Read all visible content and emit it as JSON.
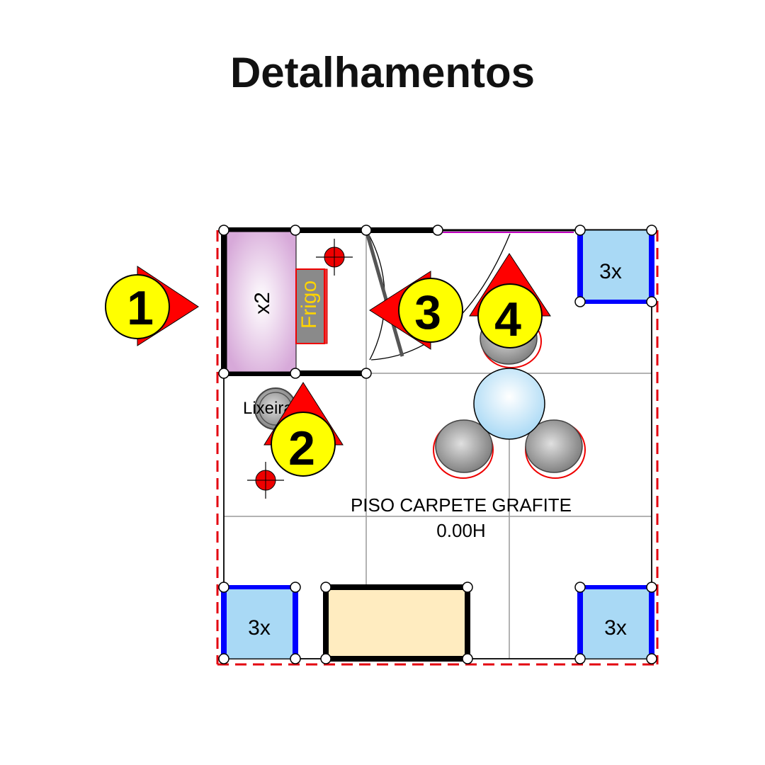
{
  "title": "Detalhamentos",
  "floor": {
    "label": "PISO CARPETE GRAFITE",
    "level": "0.00H"
  },
  "labels": {
    "counter": "x2",
    "fridge": "Frigo",
    "bin": "Lixeira",
    "shelf_top_right": "3x",
    "shelf_bottom_left": "3x",
    "shelf_bottom_right": "3x"
  },
  "markers": [
    {
      "number": "1",
      "direction": "right"
    },
    {
      "number": "2",
      "direction": "up"
    },
    {
      "number": "3",
      "direction": "left"
    },
    {
      "number": "4",
      "direction": "up"
    }
  ],
  "colors": {
    "wall": "#000000",
    "boundary": "#e3000f",
    "marker_fill": "#ffff00",
    "marker_arrow": "#ff0000",
    "shelf_fill": "#a9d9f5",
    "shelf_border": "#0000ff",
    "fridge_text": "#ffd400",
    "bench_fill": "#ffecc0"
  }
}
